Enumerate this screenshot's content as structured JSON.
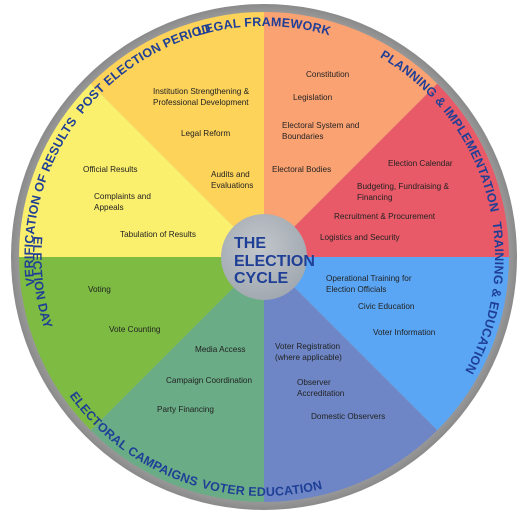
{
  "center": {
    "lines": [
      "THE",
      "ELECTION",
      "CYCLE"
    ]
  },
  "segments": [
    {
      "key": "legal-framework",
      "title": "LEGAL FRAMEWORK",
      "color": "#fba272",
      "items": [
        "Constitution",
        "Legislation",
        "Electoral System and|Boundaries",
        "Electoral Bodies"
      ]
    },
    {
      "key": "planning-implementation",
      "title": "PLANNING & IMPLEMENTATION",
      "color": "#e85a68",
      "items": [
        "Election Calendar",
        "Budgeting, Fundraising &|Financing",
        "Recruitment & Procurement",
        "Logistics and Security"
      ]
    },
    {
      "key": "training-education",
      "title": "TRAINING & EDUCATION",
      "color": "#5aa6f4",
      "items": [
        "Operational Training for|Election Officials",
        "Civic Education",
        "Voter Information"
      ]
    },
    {
      "key": "voter-education",
      "title": "VOTER EDUCATION",
      "color": "#6e86c6",
      "items": [
        "Voter Registration|(where applicable)",
        "Observer|Accreditation",
        "Domestic Observers"
      ]
    },
    {
      "key": "electoral-campaigns",
      "title": "ELECTORAL CAMPAIGNS",
      "color": "#6aac86",
      "items": [
        "Media Access",
        "Campaign Coordination",
        "Party Financing"
      ]
    },
    {
      "key": "election-day",
      "title": "ELECTION DAY",
      "color": "#7dbb42",
      "items": [
        "Voting",
        "Vote Counting"
      ]
    },
    {
      "key": "verification-results",
      "title": "VERIFICATION OF RESULTS",
      "color": "#fbef6e",
      "items": [
        "Official Results",
        "Complaints and|Appeals",
        "Tabulation of Results"
      ]
    },
    {
      "key": "post-election-period",
      "title": "POST ELECTION PERIOD",
      "color": "#fdd35a",
      "items": [
        "Institution Strengthening &|Professional Development",
        "Legal Reform",
        "Audits and|Evaluations"
      ]
    }
  ]
}
